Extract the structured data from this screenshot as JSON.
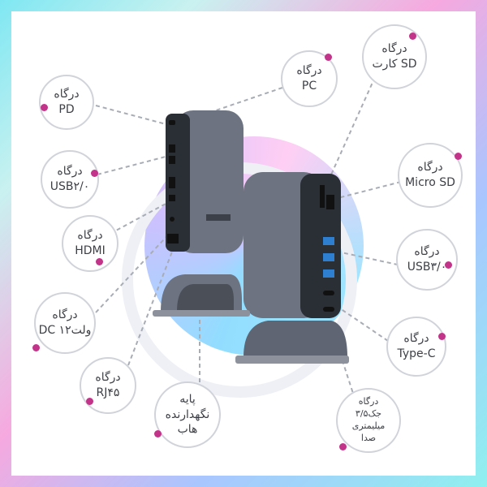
{
  "labels": {
    "pd": {
      "line1": "درگاه",
      "line2": "PD"
    },
    "usb2": {
      "line1": "درگاه",
      "line2": "USB۲/۰"
    },
    "hdmi": {
      "line1": "درگاه",
      "line2": "HDMI"
    },
    "dc": {
      "line1": "درگاه",
      "line2": "DC ۱۲ولت"
    },
    "rj45": {
      "line1": "درگاه",
      "line2": "RJ۴۵"
    },
    "stand": {
      "line1": "پایه",
      "line2": "نگهدارنده",
      "line3": "هاب"
    },
    "pc": {
      "line1": "درگاه",
      "line2": "PC"
    },
    "sd": {
      "line1": "درگاه",
      "line2": "کارت SD"
    },
    "microsd": {
      "line1": "درگاه",
      "line2": "Micro SD"
    },
    "usb3": {
      "line1": "درگاه",
      "line2": "USB۳/۰"
    },
    "typec": {
      "line1": "درگاه",
      "line2": "Type-C"
    },
    "audio": {
      "line1": "درگاه",
      "line2": "جک۳/۵",
      "line3": "میلیمتری",
      "line4": "صدا"
    }
  },
  "colors": {
    "accent": "#c4338a",
    "hub": "#5f6572",
    "hub_dark": "#2a2e35",
    "port_blue": "#2f7fd0"
  }
}
